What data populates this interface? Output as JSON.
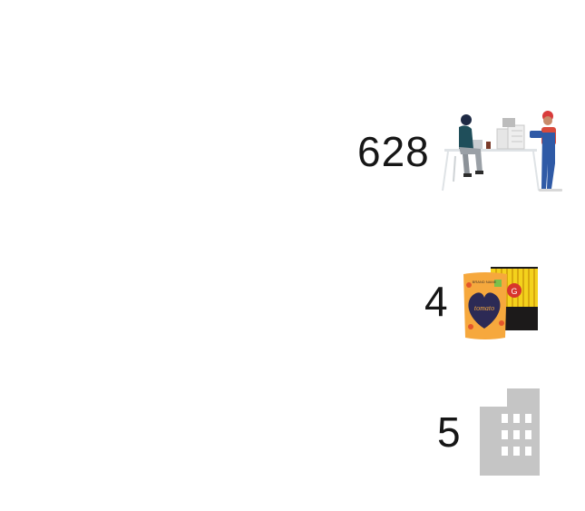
{
  "stats": [
    {
      "value": "628",
      "icon": "office-worker-and-deliveryman-icon"
    },
    {
      "value": "4",
      "icon": "snack-packages-icon"
    },
    {
      "value": "5",
      "icon": "building-icon"
    }
  ],
  "packages": {
    "bag_brand": "BRAND NAME",
    "bag_product": "tomato",
    "box_badge": "G"
  },
  "colors": {
    "text": "#161616",
    "building": "#c5c5c5",
    "bag": "#f6a83d",
    "heart": "#2c2a55",
    "box_stripe": "#f4d21c",
    "box_dark": "#1c1a1a"
  }
}
